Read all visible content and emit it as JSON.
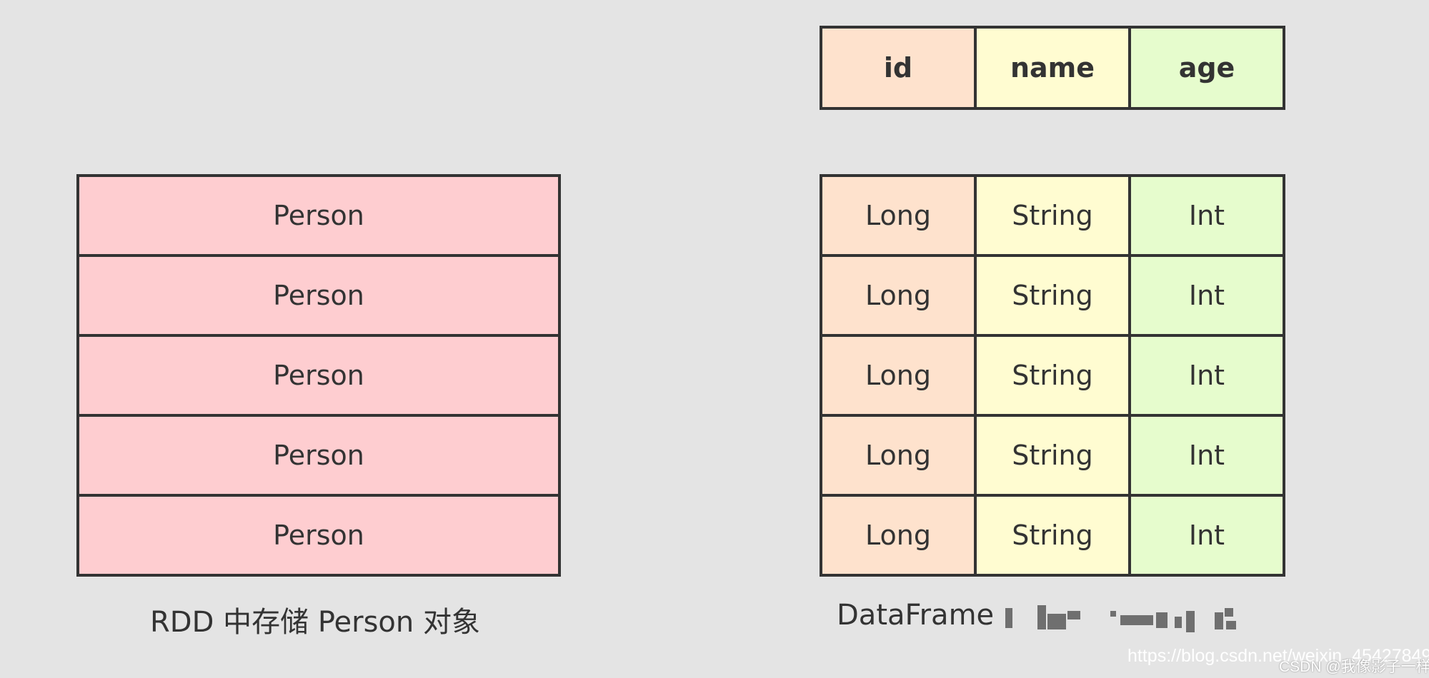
{
  "rdd": {
    "rows": [
      "Person",
      "Person",
      "Person",
      "Person",
      "Person"
    ],
    "caption": "RDD 中存储 Person 对象"
  },
  "dataframe": {
    "headers": [
      "id",
      "name",
      "age"
    ],
    "rows": [
      [
        "Long",
        "String",
        "Int"
      ],
      [
        "Long",
        "String",
        "Int"
      ],
      [
        "Long",
        "String",
        "Int"
      ],
      [
        "Long",
        "String",
        "Int"
      ],
      [
        "Long",
        "String",
        "Int"
      ]
    ],
    "caption": "DataFrame"
  },
  "colors": {
    "background": "#e4e4e4",
    "rdd_fill": "#fecdd0",
    "id_fill": "#fee2cd",
    "name_fill": "#fffcd1",
    "age_fill": "#e6fccd",
    "border": "#333333"
  },
  "watermark": {
    "url": "https://blog.csdn.net/weixin_45427849",
    "site": "CSDN @我像影子一样"
  }
}
